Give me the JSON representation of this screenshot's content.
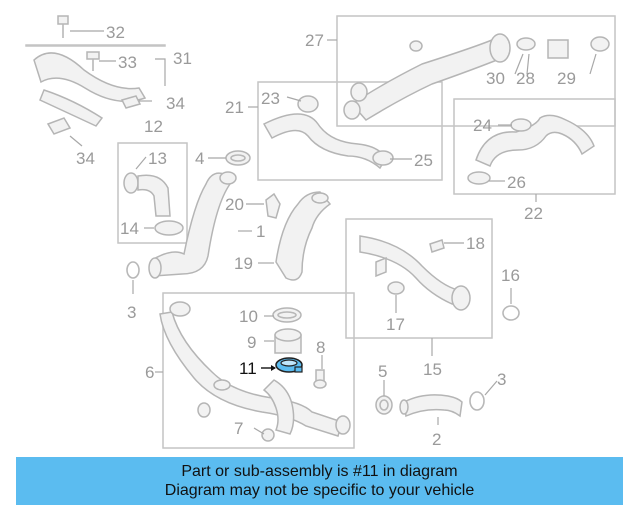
{
  "callouts": [
    {
      "id": "c32",
      "text": "32"
    },
    {
      "id": "c33",
      "text": "33"
    },
    {
      "id": "c31",
      "text": "31"
    },
    {
      "id": "c34a",
      "text": "34"
    },
    {
      "id": "c12",
      "text": "12"
    },
    {
      "id": "c34b",
      "text": "34"
    },
    {
      "id": "c13",
      "text": "13"
    },
    {
      "id": "c14",
      "text": "14"
    },
    {
      "id": "c4",
      "text": "4"
    },
    {
      "id": "c27",
      "text": "27"
    },
    {
      "id": "c30",
      "text": "30"
    },
    {
      "id": "c28",
      "text": "28"
    },
    {
      "id": "c29",
      "text": "29"
    },
    {
      "id": "c21",
      "text": "21"
    },
    {
      "id": "c23",
      "text": "23"
    },
    {
      "id": "c25",
      "text": "25"
    },
    {
      "id": "c24",
      "text": "24"
    },
    {
      "id": "c26",
      "text": "26"
    },
    {
      "id": "c22",
      "text": "22"
    },
    {
      "id": "c20",
      "text": "20"
    },
    {
      "id": "c1",
      "text": "1"
    },
    {
      "id": "c19",
      "text": "19"
    },
    {
      "id": "c3a",
      "text": "3"
    },
    {
      "id": "c18",
      "text": "18"
    },
    {
      "id": "c16",
      "text": "16"
    },
    {
      "id": "c17",
      "text": "17"
    },
    {
      "id": "c15",
      "text": "15"
    },
    {
      "id": "c10",
      "text": "10"
    },
    {
      "id": "c9",
      "text": "9"
    },
    {
      "id": "c8",
      "text": "8"
    },
    {
      "id": "c6",
      "text": "6"
    },
    {
      "id": "c11",
      "text": "11"
    },
    {
      "id": "c7",
      "text": "7"
    },
    {
      "id": "c5",
      "text": "5"
    },
    {
      "id": "c3b",
      "text": "3"
    },
    {
      "id": "c2",
      "text": "2"
    }
  ],
  "highlight": {
    "part_number": "11",
    "color": "#5bbcf0"
  },
  "banner": {
    "line1": "Part or sub-assembly is #11 in diagram",
    "line2": "Diagram may not be specific to your vehicle",
    "background": "#5bbcf0"
  }
}
